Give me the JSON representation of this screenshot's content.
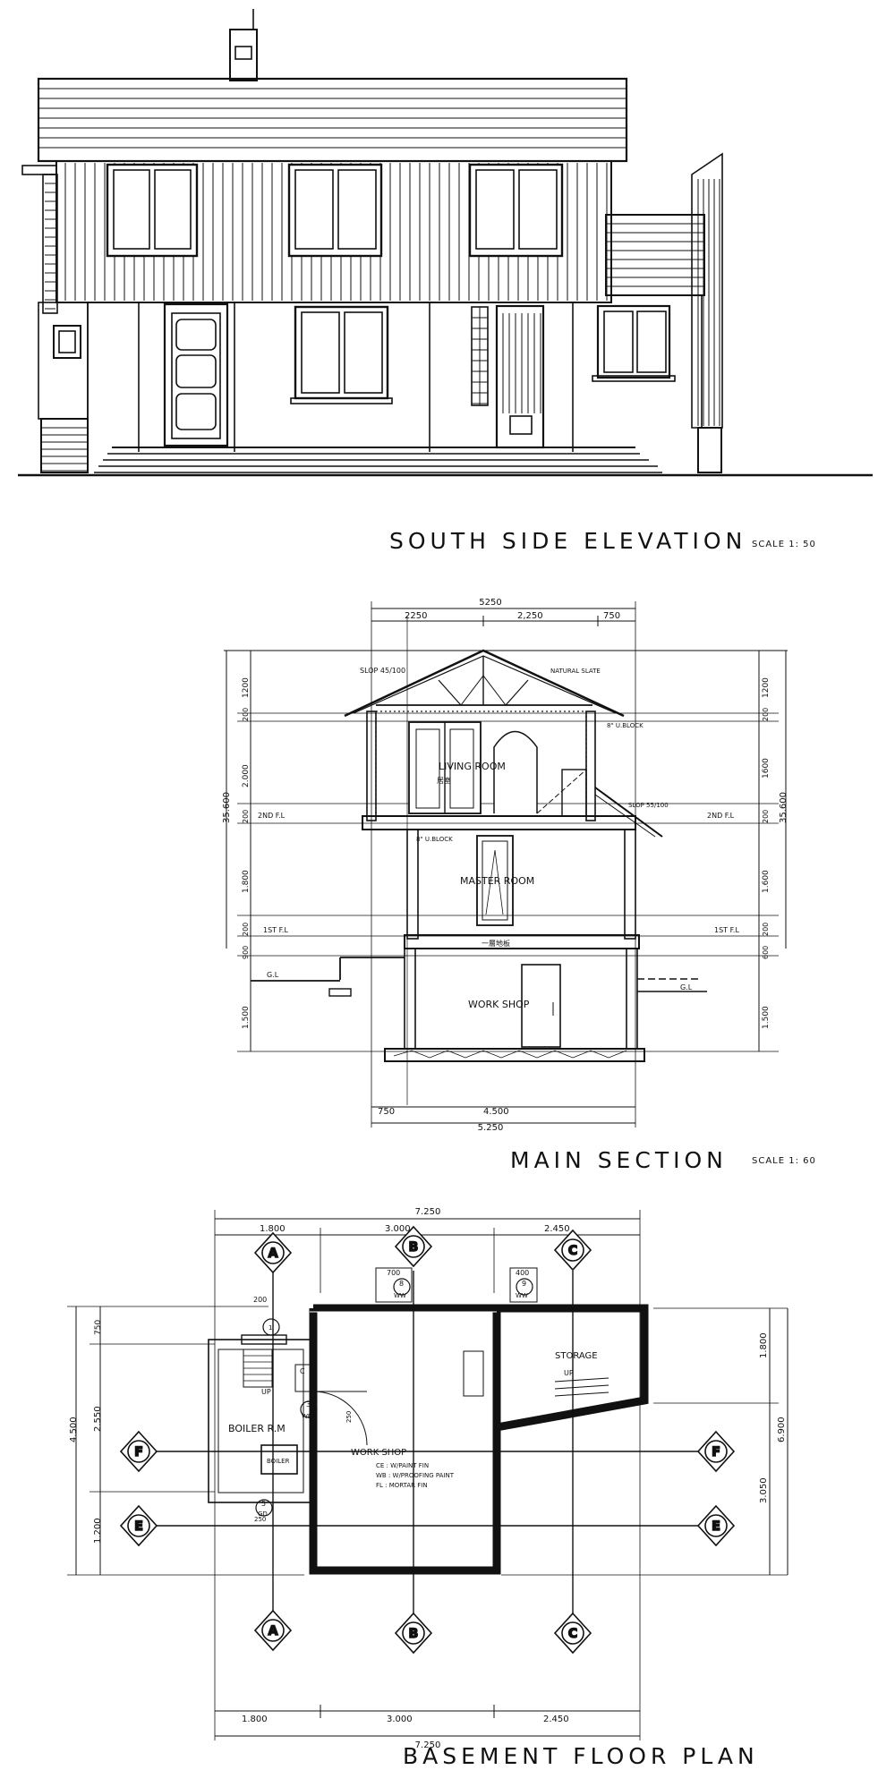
{
  "elevation": {
    "title": "SOUTH SIDE ELEVATION",
    "scale": "SCALE 1: 50"
  },
  "section": {
    "title": "MAIN SECTION",
    "scale": "SCALE 1: 60",
    "dims": {
      "top_total": "5250",
      "top_a": "2250",
      "top_b": "2,250",
      "top_c": "750",
      "bottom_total": "5.250",
      "bottom_a": "750",
      "bottom_b": "4.500",
      "left_total": "35.600",
      "right_total": "35.600",
      "left_1200": "1200",
      "left_200": "200",
      "left_2000": "2.000",
      "left_2nd": "200",
      "left_1800": "1.800",
      "left_1st": "200",
      "left_900": "900",
      "left_1500": "1.500",
      "right_1200": "1200",
      "right_200": "200",
      "right_1600": "1600",
      "right_2nd": "200",
      "right_1600b": "1.600",
      "right_1st": "200",
      "right_600": "600",
      "right_1500": "1.500"
    },
    "labels": {
      "slop_roof": "SLOP 45/100",
      "slate": "NATURAL SLATE",
      "ublock_top": "8\" U.BLOCK",
      "living": "LIVING ROOM",
      "living_sub": "居室",
      "slop_side": "SLOP 55/100",
      "fl2_left": "2ND F.L",
      "fl2_right": "2ND F.L",
      "ublock_mid": "8\" U.BLOCK",
      "master": "MASTER ROOM",
      "fl1_left": "1ST F.L",
      "fl1_right": "1ST F.L",
      "floor_note": "一層地板",
      "gl_left": "G.L",
      "gl_right": "G.L",
      "workshop": "WORK SHOP"
    }
  },
  "plan": {
    "title": "BASEMENT FLOOR PLAN",
    "dims": {
      "top_total": "7.250",
      "top_a": "1.800",
      "top_b": "3.000",
      "top_c": "2.450",
      "bottom_total": "7.250",
      "bottom_a": "1.800",
      "bottom_b": "3.000",
      "bottom_c": "2.450",
      "left_total": "4.500",
      "left_750": "750",
      "left_2550": "2.550",
      "left_1200": "1.200",
      "right_total": "6.900",
      "right_1800": "1.800",
      "right_3050": "3.050",
      "win_200": "200",
      "win_700": "700",
      "win_400": "400",
      "door_250": "250",
      "small_250": "250"
    },
    "labels": {
      "boiler_room": "BOILER R.M",
      "boiler": "BOILER",
      "workshop": "WORK SHOP",
      "storage": "STORAGE",
      "up_left": "UP",
      "up_right": "UP",
      "c_mark": "C",
      "note_1": "CE : W/PAINT FIN",
      "note_2": "WB : W/PROOFING PAINT",
      "note_3": "FL : MORTAR FIN",
      "tag_ww1": "WW",
      "tag_ww1_num": "8",
      "tag_ww2": "WW",
      "tag_ww2_num": "9",
      "tag_wd": "WD",
      "tag_wd_num": "3",
      "tag_gd": "GD",
      "tag_gd_num": "5",
      "tag_top_num": "1"
    },
    "grid": [
      "A",
      "B",
      "C",
      "E",
      "F"
    ]
  }
}
